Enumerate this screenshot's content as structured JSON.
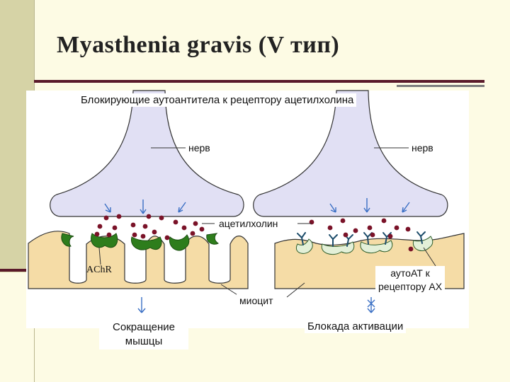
{
  "slide": {
    "title": "Myasthenia gravis (V тип)"
  },
  "diagram": {
    "caption": "Блокирующие аутоантитела к рецептору ацетилхолина",
    "labels": {
      "nerve_left": "нерв",
      "nerve_right": "нерв",
      "acetylcholine": "ацетилхолин",
      "achr": "AChR",
      "myocyte": "миоцит",
      "autoantibody_line1": "аутоАТ к",
      "autoantibody_line2": "рецептору АХ",
      "result_left_line1": "Сокращение",
      "result_left_line2": "мышцы",
      "result_right": "Блокада активации"
    },
    "colors": {
      "nerve": "#e1e0f4",
      "muscle": "#f5dca6",
      "receptor_active": "#2e7d1c",
      "receptor_blocked": "#e3f0d8",
      "vesicle": "#7a1228",
      "arrow": "#3a6fc4",
      "line": "#333333"
    }
  }
}
